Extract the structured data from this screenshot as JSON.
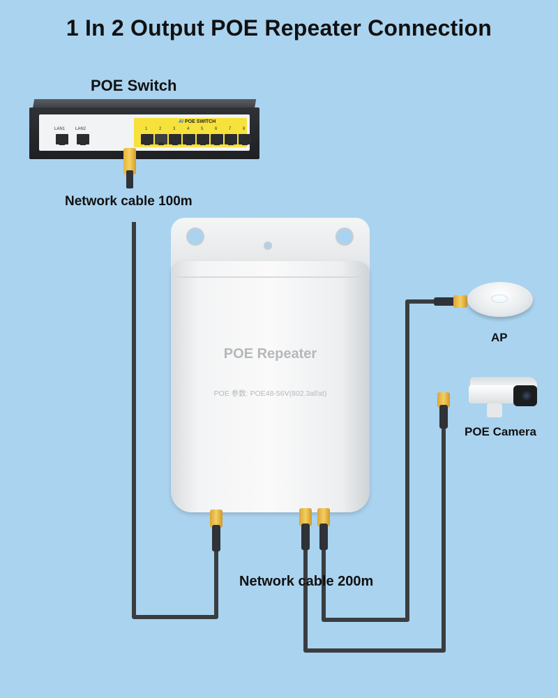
{
  "title": "1 In 2 Output POE Repeater Connection",
  "labels": {
    "poe_switch": "POE Switch",
    "cable_100m": "Network cable 100m",
    "cable_200m": "Network cable 200m",
    "ap": "AP",
    "poe_camera": "POE Camera"
  },
  "switch": {
    "brand": "AI POE SWITCH",
    "lan1": "LAN1",
    "lan2": "LAN2",
    "port_numbers": [
      "1",
      "2",
      "3",
      "4",
      "5",
      "6",
      "7",
      "8"
    ]
  },
  "repeater": {
    "name": "POE Repeater",
    "spec": "POE 参数: POE48-56V(802.3af/at)"
  },
  "colors": {
    "background": "#aad3ef",
    "cable": "#3a3d40",
    "connector": "#f0c44e",
    "switch_panel": "#f7e23c"
  }
}
